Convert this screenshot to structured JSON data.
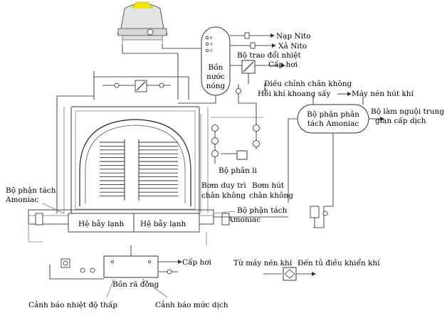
{
  "labels": {
    "nap_nito": "Nạp Nito",
    "xa_nito": "Xả Nito",
    "bo_trao_doi_nhiet": "Bộ trao đổi nhiệt",
    "cap_hoi_top": "Cấp hơi",
    "bon_line1": "Bồn",
    "bon_line2": "nước",
    "bon_line3": "nóng",
    "dieu_chinh_chan_khong": "Điều chỉnh chân không",
    "hoi_khi_khoang_say": "Hồi khí khoang sấy",
    "may_nen_hut_khi": "Máy nén hút khí",
    "bo_phan_tach_right_line1": "Bộ phận phân",
    "bo_phan_tach_right_line2": "tách Amoniac",
    "bo_lam_nguoi_line1": "Bộ làm nguội trung",
    "bo_lam_nguoi_line2": "gian cấp dịch",
    "bo_phan_li": "Bộ phân li",
    "bom_duy_tri_line1": "Bơm duy trì",
    "bom_duy_tri_line2": "chân không",
    "bom_hut_line1": "Bơm hút",
    "bom_hut_line2": "chân không",
    "bo_phan_tach_left_line1": "Bộ phận tách",
    "bo_phan_tach_left_line2": "Amoniac",
    "bo_phan_tach_mid_line1": "Bộ phận tách",
    "bo_phan_tach_mid_line2": "Amoniac",
    "he_bay_lanh_left": "Hệ bẫy lạnh",
    "he_bay_lanh_right": "Hệ bẫy lạnh",
    "cap_hoi_bottom": "Cấp hơi",
    "bon_ra_dong": "Bồn rã đông",
    "tu_may_nen_khi": "Từ máy nén khí",
    "den_tu_dieu_khien_khi": "Đến tủ điều khiển khí",
    "canh_bao_nhiet_do_thap": "Cảnh báo nhiệt độ thấp",
    "canh_bao_muc_dich": "Cảnh báo mức dịch"
  },
  "colors": {
    "line": "#555555",
    "text": "#000000",
    "background": "#ffffff",
    "highlight": "#f2e600"
  }
}
